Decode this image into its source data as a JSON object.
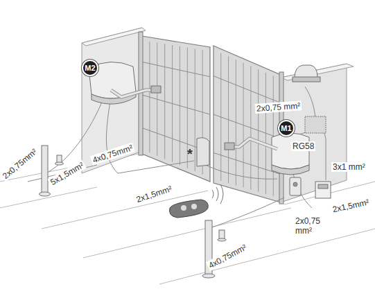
{
  "diagram": {
    "nodes": [
      {
        "text": [
          "M2"
        ]
      },
      {
        "text": [
          "M1"
        ]
      }
    ],
    "labels": [
      "2x0,75 mm²",
      "RG58",
      "3x1 mm²",
      "2x0,75mm²",
      "5x1,5mm²",
      "4x0,75mm²",
      "*",
      "2x1,5mm²",
      "2x1,5mm²",
      "2x0,75 mm²",
      "4x0,75mm²"
    ]
  }
}
